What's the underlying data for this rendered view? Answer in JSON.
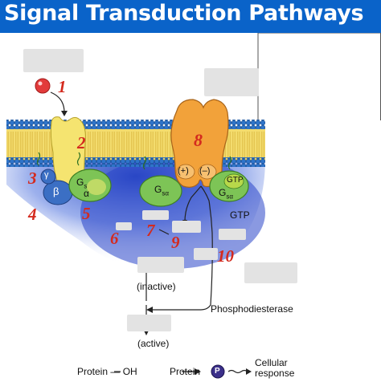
{
  "title": "Signal Transduction Pathways",
  "colors": {
    "banner": "#0a63c9",
    "number_labels": "#d42a1e",
    "receptor": "#f5e470",
    "g_protein_alpha": "#7dc456",
    "g_protein_beta_gamma": "#3b6fc4",
    "effector": "#f2a23a",
    "signal_molecule": "#e23b3b",
    "membrane_heads": "#2f74c9",
    "membrane_tails": "#e9c94a"
  },
  "numbers": [
    "1",
    "2",
    "3",
    "4",
    "5",
    "6",
    "7",
    "8",
    "9",
    "10"
  ],
  "molecule_labels": {
    "gamma": "γ",
    "beta": "β",
    "gs": "G",
    "gs_sub": "s",
    "alpha": "α",
    "gsa_main": "G",
    "gsa_sub": "sα",
    "gtp_bound": "GTP",
    "gsa2_main": "G",
    "gsa2_sub": "sα",
    "plus": "(+)",
    "minus": "(–)",
    "gtp_free": "GTP"
  },
  "pathway_labels": {
    "inactive": "(inactive)",
    "active": "(active)",
    "phosphodiesterase": "Phosphodiesterase",
    "protein_oh": "Protein",
    "oh_dash": "—",
    "oh": "OH",
    "protein_p": "Protein",
    "phosphate": "P",
    "cellular_response_1": "Cellular",
    "cellular_response_2": "response"
  },
  "hidden_labels": [
    "blank-label-1",
    "blank-label-2",
    "blank-label-3",
    "blank-label-4",
    "blank-label-5",
    "blank-label-6",
    "blank-label-7",
    "blank-label-8",
    "blank-label-9",
    "blank-label-10"
  ]
}
